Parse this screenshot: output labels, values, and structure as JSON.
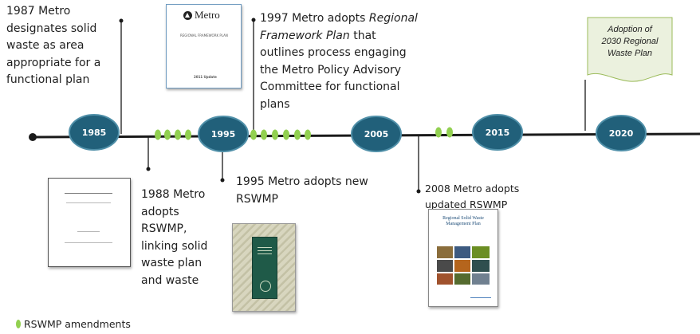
{
  "milestones": [
    {
      "year": "1985"
    },
    {
      "year": "1995"
    },
    {
      "year": "2005"
    },
    {
      "year": "2015"
    },
    {
      "year": "2020"
    }
  ],
  "events": {
    "e1987": [
      "1987 Metro",
      "designates solid",
      "waste as area",
      "appropriate for a",
      "functional plan"
    ],
    "e1997": {
      "line1_pre": "1997 Metro adopts ",
      "line1_it": "Regional",
      "line2_it": "Framework Plan",
      "line2_post": " that",
      "rest": [
        "outlines process engaging",
        "the Metro Policy Advisory",
        "Committee for functional",
        "plans"
      ]
    },
    "e1988": [
      "1988 Metro",
      "adopts",
      "RSWMP,",
      "linking solid",
      "waste plan",
      "and waste"
    ],
    "e1995": [
      "1995 Metro adopts new",
      "RSWMP"
    ],
    "e2008": [
      "2008 Metro adopts",
      "updated RSWMP"
    ]
  },
  "banner": [
    "Adoption of",
    "2030 Regional",
    "Waste Plan"
  ],
  "docs": {
    "framework": {
      "logo": "Metro",
      "title": "REGIONAL FRAMEWORK PLAN",
      "footer": "2011 Update"
    },
    "rswmp2008": {
      "title_l1": "Regional Solid Waste",
      "title_l2": "Management Plan"
    }
  },
  "legend": {
    "label": "RSWMP amendments"
  },
  "colors": {
    "milestone_fill": "#21607a",
    "milestone_stroke": "#4f8fa8",
    "amendment_dot": "#92d050",
    "timeline": "#1a1a1a",
    "banner_fill": "#ebf1de"
  }
}
